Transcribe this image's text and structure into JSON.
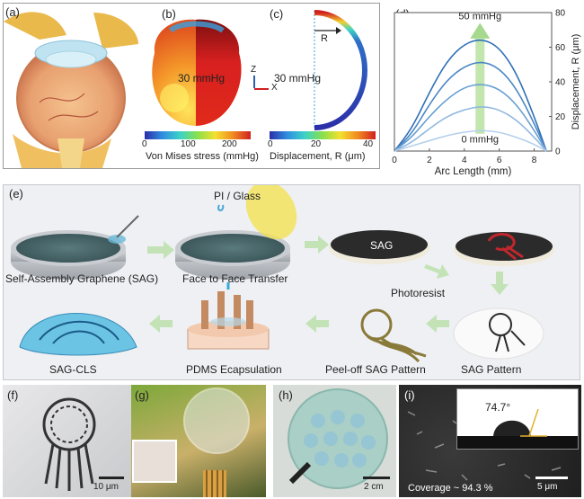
{
  "labels": {
    "a": "(a)",
    "b": "(b)",
    "c": "(c)",
    "d": "(d)",
    "e": "(e)",
    "f": "(f)",
    "g": "(g)",
    "h": "(h)",
    "i": "(i)"
  },
  "panel_b": {
    "pressure": "30 mmHg",
    "colorbar_ticks": [
      "0",
      "100",
      "200"
    ],
    "colorbar_label": "Von Mises stress (mmHg)",
    "axis_z": "Z",
    "axis_x": "X"
  },
  "panel_c": {
    "pressure": "30 mmHg",
    "radius_label": "R",
    "colorbar_ticks": [
      "0",
      "20",
      "40"
    ],
    "colorbar_label": "Displacement, R (μm)"
  },
  "panel_e": {
    "steps": {
      "sag": "Self-Assembly Graphene (SAG)",
      "transfer": "Face to Face Transfer",
      "pi_glass": "PI / Glass",
      "sag_disk": "SAG",
      "photoresist": "Photoresist",
      "sag_pattern": "SAG Pattern",
      "peel": "Peel-off SAG Pattern",
      "pdms": "PDMS Ecapsulation",
      "cls": "SAG-CLS"
    }
  },
  "panel_f": {
    "scale": "10 μm"
  },
  "panel_h": {
    "scale": "2 cm"
  },
  "panel_i": {
    "scale": "5 μm",
    "coverage": "Coverage ~ 94.3 %",
    "angle": "74.7°"
  },
  "chart_data": {
    "type": "line",
    "xlabel": "Arc Length (mm)",
    "ylabel": "Displacement, R (μm)",
    "xlim": [
      0,
      9
    ],
    "ylim": [
      0,
      80
    ],
    "xticks": [
      "0",
      "2",
      "4",
      "6",
      "8"
    ],
    "yticks": [
      "0",
      "20",
      "40",
      "60",
      "80"
    ],
    "annotations": {
      "top": "50 mmHg",
      "bottom": "0 mmHg"
    },
    "series": [
      {
        "values": [
          [
            0,
            0
          ],
          [
            1,
            13
          ],
          [
            2,
            34
          ],
          [
            3,
            52
          ],
          [
            4,
            62
          ],
          [
            5,
            65
          ],
          [
            6,
            60
          ],
          [
            7,
            45
          ],
          [
            8,
            20
          ],
          [
            8.7,
            0
          ]
        ],
        "color": "#2f6fb5"
      },
      {
        "values": [
          [
            0,
            0
          ],
          [
            1,
            10
          ],
          [
            2,
            27
          ],
          [
            3,
            41
          ],
          [
            4,
            49
          ],
          [
            5,
            52
          ],
          [
            6,
            48
          ],
          [
            7,
            36
          ],
          [
            8,
            16
          ],
          [
            8.7,
            0
          ]
        ],
        "color": "#4a86c4"
      },
      {
        "values": [
          [
            0,
            0
          ],
          [
            1,
            8
          ],
          [
            2,
            20
          ],
          [
            3,
            30
          ],
          [
            4,
            37
          ],
          [
            5,
            39
          ],
          [
            6,
            36
          ],
          [
            7,
            27
          ],
          [
            8,
            12
          ],
          [
            8.7,
            0
          ]
        ],
        "color": "#6aa0d3"
      },
      {
        "values": [
          [
            0,
            0
          ],
          [
            1,
            5
          ],
          [
            2,
            13
          ],
          [
            3,
            20
          ],
          [
            4,
            24
          ],
          [
            5,
            26
          ],
          [
            6,
            24
          ],
          [
            7,
            18
          ],
          [
            8,
            8
          ],
          [
            8.7,
            0
          ]
        ],
        "color": "#8fb8e0"
      },
      {
        "values": [
          [
            0,
            0
          ],
          [
            1,
            3
          ],
          [
            2,
            6
          ],
          [
            3,
            9
          ],
          [
            4,
            11
          ],
          [
            5,
            12
          ],
          [
            6,
            11
          ],
          [
            7,
            8
          ],
          [
            8,
            4
          ],
          [
            8.7,
            0
          ]
        ],
        "color": "#b5d0ec"
      }
    ]
  }
}
